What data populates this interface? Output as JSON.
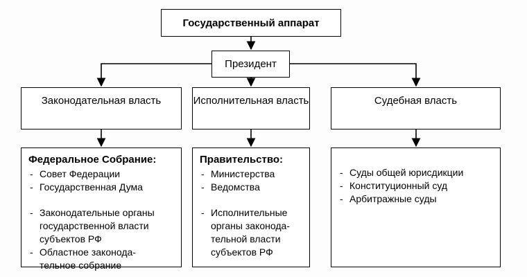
{
  "diagram": {
    "root_label": "Государственный аппарат",
    "president_label": "Президент",
    "bullet": "-",
    "branches": [
      {
        "title": "Законодательная власть"
      },
      {
        "title": "Исполнительная власть"
      },
      {
        "title": "Судебная власть"
      }
    ],
    "details": [
      {
        "heading": "Федеральное Собрание:",
        "group1": [
          "Совет Федерации",
          "Государственная Дума"
        ],
        "group2": [
          "Законодательные органы государственной власти субъектов РФ",
          "Областное законода-тельное собрание"
        ]
      },
      {
        "heading": "Правительство:",
        "group1": [
          "Министерства",
          "Ведомства"
        ],
        "group2": [
          "Исполнительные органы законода-тельной власти субъектов РФ"
        ]
      },
      {
        "heading": "",
        "group1": [
          "Суды общей юрисдикции",
          "Конституционный суд",
          "Арбитражные суды"
        ],
        "group2": []
      }
    ]
  },
  "colors": {
    "background": "#ffffff",
    "border": "#000000",
    "line": "#000000",
    "text": "#000000"
  }
}
